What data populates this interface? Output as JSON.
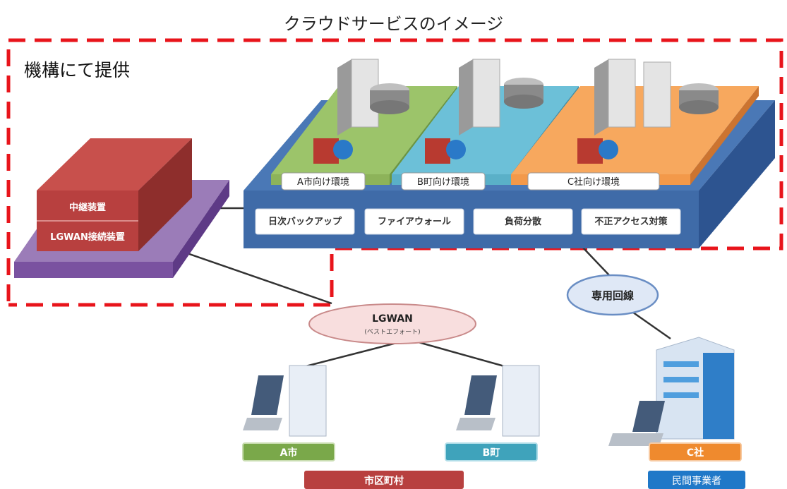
{
  "title": "クラウドサービスのイメージ",
  "provider_label": "機構にて提供",
  "gateway": {
    "relay": "中継装置",
    "lgwan_connector": "LGWAN接続装置"
  },
  "environments": [
    {
      "label": "A市向け環境",
      "color": "#8db35a"
    },
    {
      "label": "B町向け環境",
      "color": "#5ab0c8"
    },
    {
      "label": "C社向け環境",
      "color": "#f3994a"
    }
  ],
  "services": [
    "日次バックアップ",
    "ファイアウォール",
    "負荷分散",
    "不正アクセス対策"
  ],
  "networks": {
    "lgwan": {
      "name": "LGWAN",
      "note": "(ベストエフォート)"
    },
    "dedicated": "専用回線"
  },
  "clients": [
    {
      "label": "A市",
      "color": "#7aa84a"
    },
    {
      "label": "B町",
      "color": "#3fa3bb"
    },
    {
      "label": "C社",
      "color": "#ef8a2e"
    }
  ],
  "groups": {
    "municipalities": "市区町村",
    "private_business": "民間事業者"
  },
  "colors": {
    "dashed_border": "#e8141b",
    "platform": "#3f6ba8",
    "gateway_red": "#b8403f",
    "gateway_base": "#8b64a8",
    "municipality_bar": "#b8403f",
    "private_bar": "#1f78c8"
  }
}
